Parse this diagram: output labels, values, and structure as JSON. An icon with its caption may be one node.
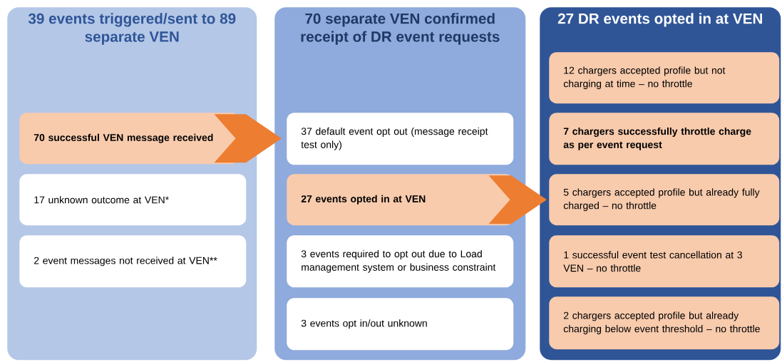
{
  "diagram": {
    "nodes": [
      {
        "text": [
          "39 events triggered/sent to 89 separate VEN"
        ]
      },
      {
        "text": [
          "70 separate VEN confirmed receipt of DR event requests"
        ]
      },
      {
        "text": [
          "27 DR events opted in at VEN"
        ]
      },
      {
        "text": [
          "70 successful VEN message received"
        ],
        "in": 0
      },
      {
        "text": [
          "17 unknown outcome at VEN*"
        ],
        "in": 0
      },
      {
        "text": [
          "2 event messages not received at VEN**"
        ],
        "in": 0
      },
      {
        "text": [
          "37 default event opt out (message receipt test only)"
        ],
        "in": 1
      },
      {
        "text": [
          "27 events opted in at VEN"
        ],
        "in": 1
      },
      {
        "text": [
          "3 events required to opt out due to Load management system or business constraint"
        ],
        "in": 1
      },
      {
        "text": [
          "3 events opt in/out unknown"
        ],
        "in": 1
      },
      {
        "text": [
          "12 chargers accepted profile but not charging at time – no throttle"
        ],
        "in": 2
      },
      {
        "text": [
          "7 chargers successfully throttle charge as per event request"
        ],
        "in": 2
      },
      {
        "text": [
          "5 chargers accepted profile but already fully charged – no throttle"
        ],
        "in": 2
      },
      {
        "text": [
          "1 successful event test cancellation at 3 VEN – no throttle"
        ],
        "in": 2
      },
      {
        "text": [
          "2 chargers accepted profile but already charging below event threshold – no throttle"
        ],
        "in": 2
      }
    ],
    "edges": [
      {
        "from": 3,
        "to": 1,
        "arrow": "to"
      },
      {
        "from": 7,
        "to": 2,
        "arrow": "to"
      }
    ]
  }
}
